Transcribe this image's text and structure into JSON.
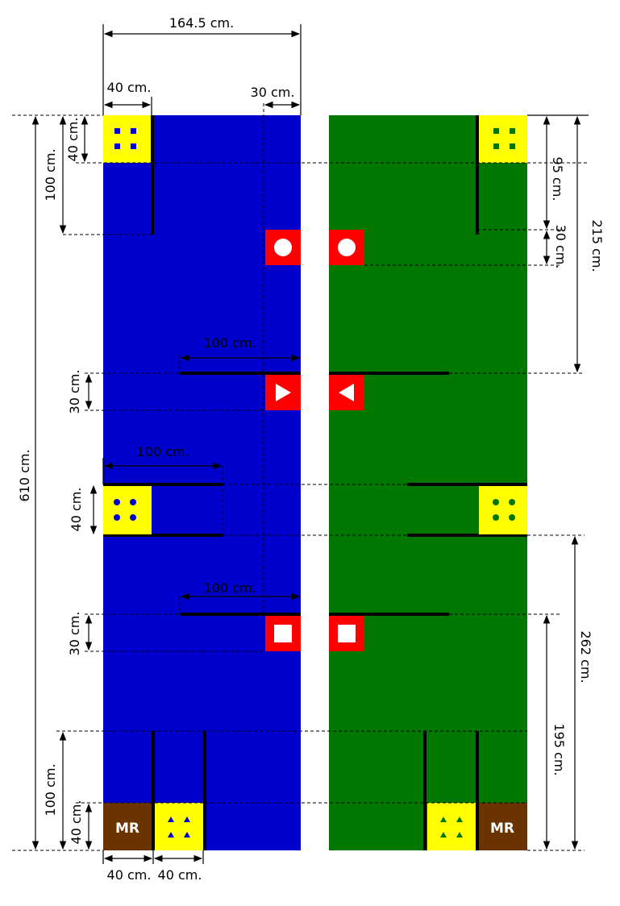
{
  "colors": {
    "blue_field": "#0000cc",
    "green_field": "#007700",
    "zone_yellow": "#ffff00",
    "marker_red": "#ff0000",
    "mr_brown": "#6b3300",
    "dot_blue": "#0000cc",
    "dot_green": "#007700",
    "wall": "#000000",
    "background": "#ffffff"
  },
  "labels": {
    "width_total": "164.5 cm.",
    "zone_width_top": "40 cm.",
    "lane_width": "30 cm.",
    "zone_depth_top": "40 cm.",
    "wall_top_length": "100 cm.",
    "total_length": "610 cm.",
    "wall_1_width": "100 cm.",
    "gap_1": "30 cm.",
    "wall_2_width": "100 cm.",
    "zone_mid_depth": "40 cm.",
    "wall_3_width": "100 cm.",
    "gap_3": "30 cm.",
    "wall_bottom_length": "100 cm.",
    "zone_bottom_depth": "40 cm.",
    "mr_width": "40 cm.",
    "zone_bottom_width": "40 cm.",
    "right_95": "95 cm.",
    "right_30": "30 cm.",
    "right_215": "215 cm.",
    "right_262": "262 cm.",
    "right_195": "195 cm.",
    "mr_blue": "MR",
    "mr_green": "MR"
  },
  "icons": {
    "marker_top": "circle-icon",
    "marker_middle_blue": "triangle-right-icon",
    "marker_middle_green": "triangle-left-icon",
    "marker_bottom": "square-icon",
    "zone_top_dots": "square-dots-icon",
    "zone_mid_dots": "round-dots-icon",
    "zone_bottom_dots": "triangle-dots-icon"
  }
}
